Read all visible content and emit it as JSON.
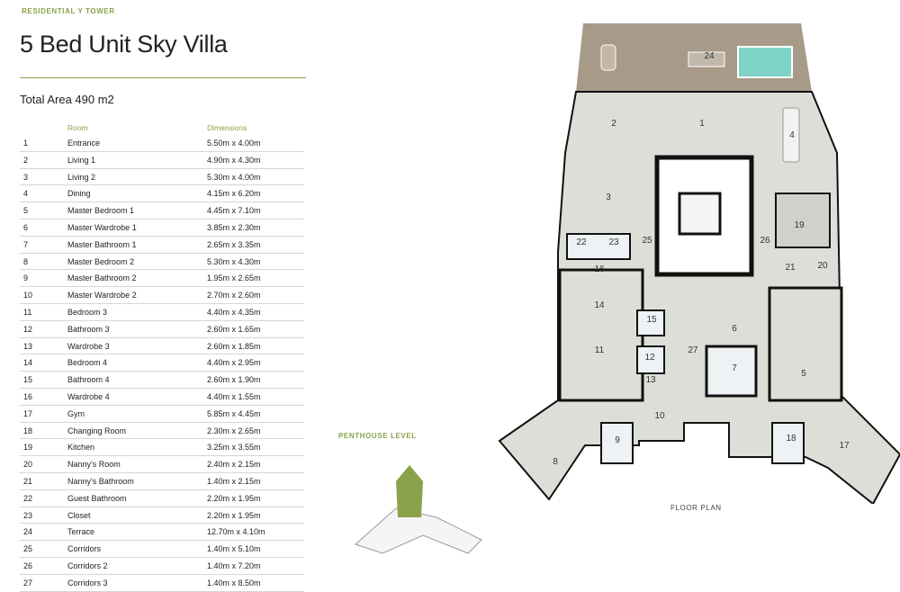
{
  "header": {
    "brand": "RESIDENTIAL Y TOWER",
    "title": "5 Bed Unit Sky Villa",
    "total_area": "Total Area 490 m2"
  },
  "table": {
    "col_room": "Room",
    "col_dimensions": "Dimensions",
    "rows": [
      {
        "num": "1",
        "room": "Entrance",
        "dim": "5.50m x 4.00m"
      },
      {
        "num": "2",
        "room": "Living 1",
        "dim": "4.90m x 4.30m"
      },
      {
        "num": "3",
        "room": "Living 2",
        "dim": "5.30m x 4.00m"
      },
      {
        "num": "4",
        "room": "Dining",
        "dim": "4.15m x 6.20m"
      },
      {
        "num": "5",
        "room": "Master Bedroom 1",
        "dim": "4.45m x 7.10m"
      },
      {
        "num": "6",
        "room": "Master Wardrobe 1",
        "dim": "3.85m x 2.30m"
      },
      {
        "num": "7",
        "room": "Master Bathroom 1",
        "dim": "2.65m x 3.35m"
      },
      {
        "num": "8",
        "room": "Master Bedroom 2",
        "dim": "5.30m x 4.30m"
      },
      {
        "num": "9",
        "room": "Master Bathroom 2",
        "dim": "1.95m x 2.65m"
      },
      {
        "num": "10",
        "room": "Master Wardrobe 2",
        "dim": "2.70m x 2.60m"
      },
      {
        "num": "11",
        "room": "Bedroom 3",
        "dim": "4.40m x 4.35m"
      },
      {
        "num": "12",
        "room": "Bathroom 3",
        "dim": "2.60m x 1.65m"
      },
      {
        "num": "13",
        "room": "Wardrobe 3",
        "dim": "2.60m x 1.85m"
      },
      {
        "num": "14",
        "room": "Bedroom 4",
        "dim": "4.40m x 2.95m"
      },
      {
        "num": "15",
        "room": "Bathroom 4",
        "dim": "2.60m x 1.90m"
      },
      {
        "num": "16",
        "room": "Wardrobe 4",
        "dim": "4.40m x 1.55m"
      },
      {
        "num": "17",
        "room": "Gym",
        "dim": "5.85m x 4.45m"
      },
      {
        "num": "18",
        "room": "Changing Room",
        "dim": "2.30m x 2.65m"
      },
      {
        "num": "19",
        "room": "Kitchen",
        "dim": "3.25m x 3.55m"
      },
      {
        "num": "20",
        "room": "Nanny's Room",
        "dim": "2.40m x 2.15m"
      },
      {
        "num": "21",
        "room": "Nanny's Bathroom",
        "dim": "1.40m x 2.15m"
      },
      {
        "num": "22",
        "room": "Guest Bathroom",
        "dim": "2.20m x 1.95m"
      },
      {
        "num": "23",
        "room": "Closet",
        "dim": "2.20m x 1.95m"
      },
      {
        "num": "24",
        "room": "Terrace",
        "dim": "12.70m x 4.10m"
      },
      {
        "num": "25",
        "room": "Corridors",
        "dim": "1.40m x 5.10m"
      },
      {
        "num": "26",
        "room": "Corridors 2",
        "dim": "1.40m x 7.20m"
      },
      {
        "num": "27",
        "room": "Corridors 3",
        "dim": "1.40m x 8.50m"
      }
    ]
  },
  "plan": {
    "penthouse_label": "PENTHOUSE LEVEL",
    "floor_plan_label": "FLOOR PLAN",
    "room_numbers": [
      "1",
      "2",
      "3",
      "4",
      "5",
      "6",
      "7",
      "8",
      "9",
      "10",
      "11",
      "12",
      "13",
      "14",
      "15",
      "16",
      "17",
      "18",
      "19",
      "20",
      "21",
      "22",
      "23",
      "24",
      "25",
      "26",
      "27"
    ],
    "colors": {
      "accent": "#8aa34a",
      "floor": "#dcdfd8",
      "terrace": "#a89a88",
      "pool": "#7fd3c8",
      "wall": "#111111"
    }
  }
}
